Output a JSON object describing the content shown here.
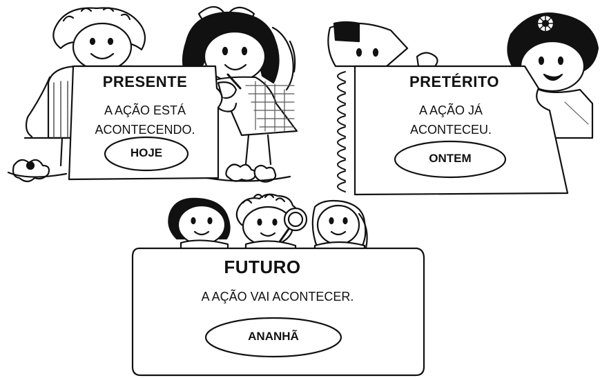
{
  "cards": [
    {
      "title": "PRESENTE",
      "lines": [
        "A AÇÃO ESTÁ",
        "ACONTECENDO."
      ],
      "oval_label": "HOJE"
    },
    {
      "title": "PRETÉRITO",
      "lines": [
        "A AÇÃO JÁ",
        "ACONTECEU."
      ],
      "oval_label": "ONTEM"
    },
    {
      "title": "FUTURO",
      "lines": [
        "A AÇÃO VAI ACONTECER."
      ],
      "oval_label": "ANANHÃ"
    }
  ],
  "colors": {
    "ink": "#111111",
    "paper": "#ffffff"
  }
}
